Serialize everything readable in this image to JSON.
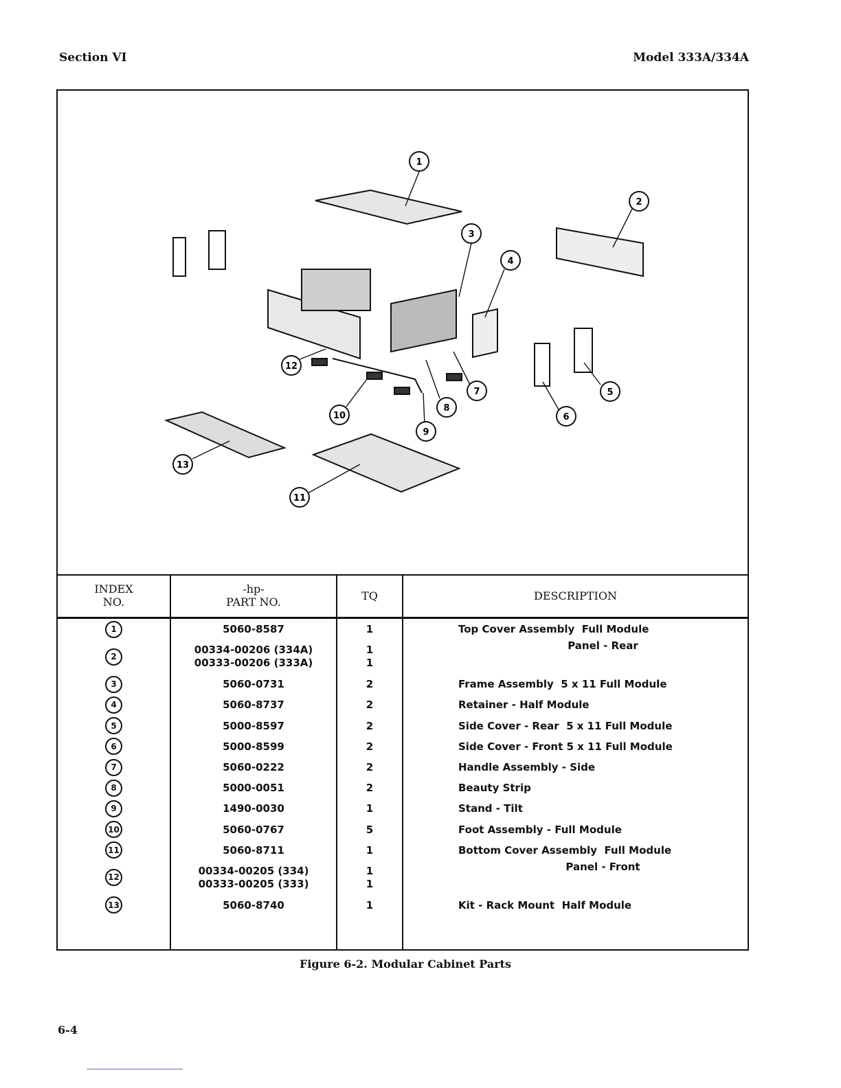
{
  "header": {
    "section": "Section VI",
    "model": "Model 333A/334A"
  },
  "table": {
    "headers": {
      "index_line1": "INDEX",
      "index_line2": "NO.",
      "part_line1": "-hp-",
      "part_line2": "PART NO.",
      "tq": "TQ",
      "description": "DESCRIPTION"
    },
    "rows": [
      {
        "index": "1",
        "parts": [
          "5060-8587"
        ],
        "tq": [
          "1"
        ],
        "description": "Top Cover Assembly  Full Module"
      },
      {
        "index": "2",
        "parts": [
          "00334-00206 (334A)",
          "00333-00206 (333A)"
        ],
        "tq": [
          "1",
          "1"
        ],
        "description": "Panel - Rear"
      },
      {
        "index": "3",
        "parts": [
          "5060-0731"
        ],
        "tq": [
          "2"
        ],
        "description": "Frame Assembly  5 x 11 Full Module"
      },
      {
        "index": "4",
        "parts": [
          "5060-8737"
        ],
        "tq": [
          "2"
        ],
        "description": "Retainer - Half Module"
      },
      {
        "index": "5",
        "parts": [
          "5000-8597"
        ],
        "tq": [
          "2"
        ],
        "description": "Side Cover - Rear  5 x 11 Full Module"
      },
      {
        "index": "6",
        "parts": [
          "5000-8599"
        ],
        "tq": [
          "2"
        ],
        "description": "Side Cover - Front 5 x 11 Full Module"
      },
      {
        "index": "7",
        "parts": [
          "5060-0222"
        ],
        "tq": [
          "2"
        ],
        "description": "Handle Assembly - Side"
      },
      {
        "index": "8",
        "parts": [
          "5000-0051"
        ],
        "tq": [
          "2"
        ],
        "description": "Beauty Strip"
      },
      {
        "index": "9",
        "parts": [
          "1490-0030"
        ],
        "tq": [
          "1"
        ],
        "description": "Stand - Tilt"
      },
      {
        "index": "10",
        "parts": [
          "5060-0767"
        ],
        "tq": [
          "5"
        ],
        "description": "Foot Assembly - Full Module"
      },
      {
        "index": "11",
        "parts": [
          "5060-8711"
        ],
        "tq": [
          "1"
        ],
        "description": "Bottom Cover Assembly  Full Module"
      },
      {
        "index": "12",
        "parts": [
          "00334-00205 (334)",
          "00333-00205 (333)"
        ],
        "tq": [
          "1",
          "1"
        ],
        "description": "Panel - Front"
      },
      {
        "index": "13",
        "parts": [
          "5060-8740"
        ],
        "tq": [
          "1"
        ],
        "description": "Kit - Rack Mount  Half Module"
      }
    ]
  },
  "figure": {
    "callouts": [
      "1",
      "2",
      "3",
      "4",
      "5",
      "6",
      "7",
      "8",
      "9",
      "10",
      "11",
      "12",
      "13"
    ],
    "caption": "Figure 6-2.  Modular Cabinet Parts"
  },
  "page_number": "6-4"
}
